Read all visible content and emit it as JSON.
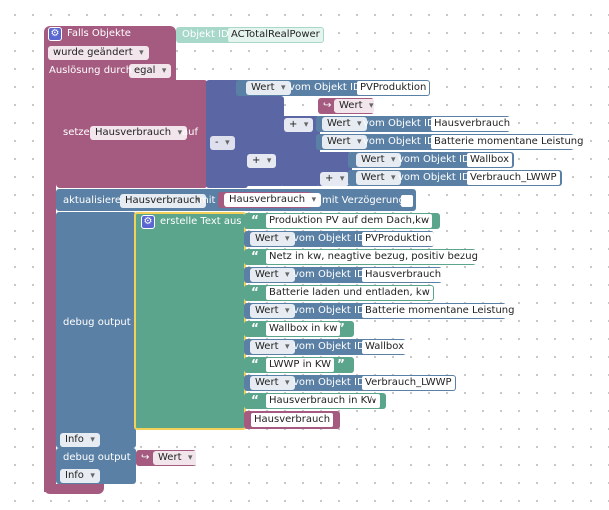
{
  "trigger": {
    "title": "Falls Objekte",
    "object_label": "Objekt ID",
    "object_value": "ACTotalRealPower",
    "changed": "wurde geändert",
    "ausloesung_label": "Auslösung durch",
    "ausloesung_value": "egal"
  },
  "setze": {
    "label": "setze",
    "variable": "Hausverbrauch",
    "auf": "auf",
    "minus_op": "-",
    "plus_op": "+",
    "wert_label": "Wert",
    "vom_objekt": "vom Objekt ID",
    "pv": "PVProduktion",
    "wert_var": "Wert",
    "hausverbrauch_obj": "Hausverbrauch",
    "batterie_obj": "Batterie momentane Leistung",
    "wallbox_obj": "Wallbox",
    "lwwp_obj": "Verbrauch_LWWP"
  },
  "aktualisiere": {
    "label": "aktualisiere",
    "target": "Hausverbrauch",
    "mit": "mit",
    "value": "Hausverbrauch",
    "delay": "mit Verzögerung"
  },
  "debug1": {
    "label": "debug output",
    "text_block": "erstelle Text aus",
    "t1": "Produktion PV auf dem Dach,kw",
    "t2": "Netz in kw, neagtive bezug, positiv bezug",
    "t3": "Batterie laden und entladen, kw",
    "t4": "Wallbox in kw",
    "t5": "LWWP in KW",
    "t6": "Hausverbrauch in KW",
    "wert": "Wert",
    "vom_objekt": "vom Objekt ID",
    "pv": "PVProduktion",
    "hausverbrauch": "Hausverbrauch",
    "batterie": "Batterie momentane Leistung",
    "wallbox": "Wallbox",
    "lwwp": "Verbrauch_LWWP",
    "var": "Hausverbrauch",
    "level": "Info"
  },
  "debug2": {
    "label": "debug output",
    "wert": "Wert",
    "level": "Info"
  },
  "colors": {
    "trigger": "#a55b80",
    "value": "#5b80a5",
    "math": "#5b67a5",
    "text": "#5ba58c"
  },
  "icons": {
    "gear": "gear-icon",
    "arrow": "return-arrow-icon"
  }
}
